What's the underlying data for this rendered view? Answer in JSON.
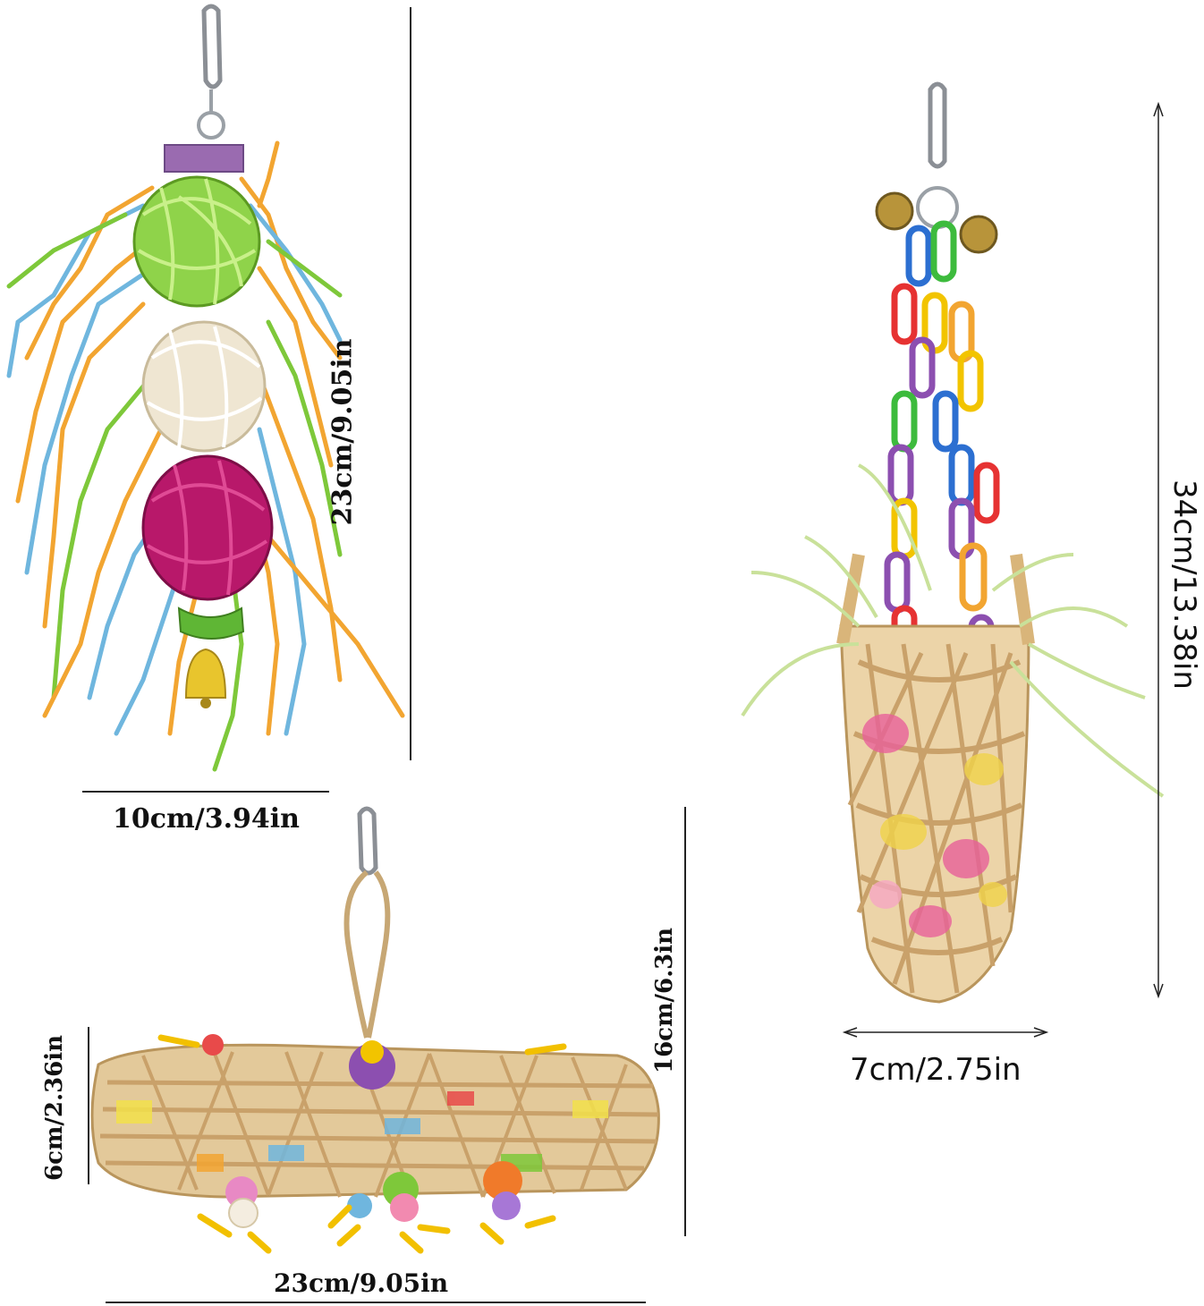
{
  "toys": [
    {
      "name": "shredder-ball-toy",
      "height_label": "23cm/9.05in",
      "width_label": "10cm/3.94in"
    },
    {
      "name": "basket-foraging-toy",
      "height_label": "34cm/13.38in",
      "width_label": "7cm/2.75in"
    },
    {
      "name": "tube-foraging-toy",
      "height_label": "16cm/6.3in",
      "depth_label": "6cm/2.36in",
      "width_label": "23cm/9.05in"
    }
  ],
  "colors": {
    "green": "#7ec83a",
    "white": "#f1eadb",
    "magenta": "#b8186a",
    "orange": "#f2a531",
    "blue": "#6fb6de",
    "bamboo": "#e3c99a",
    "purple": "#8c4fb0",
    "gold": "#d9b020"
  }
}
